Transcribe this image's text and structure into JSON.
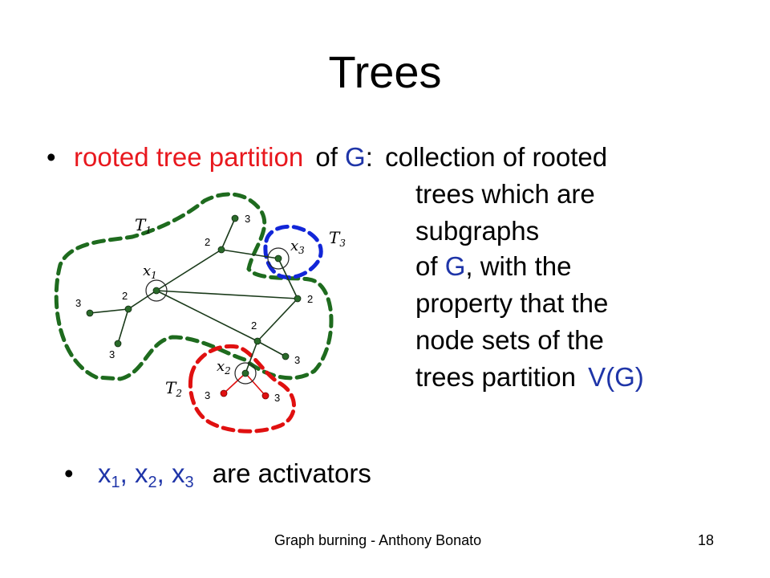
{
  "title": "Trees",
  "bullet1": {
    "term": "rooted tree partition",
    "of": "of",
    "g": "G",
    "colon": ":",
    "lines": [
      "collection of rooted",
      "trees which are",
      "subgraphs"
    ],
    "line4_pre": "of",
    "line4_g": "G",
    "line4_post": ", with the",
    "line5": "property that the",
    "line6": "node sets of the",
    "line7_pre": "trees partition",
    "line7_v": "V(G)"
  },
  "bullet2": {
    "x": "x",
    "subs": [
      "1",
      "2",
      "3"
    ],
    "suffix": "are activators"
  },
  "footer": {
    "left": "Graph burning - Anthony Bonato",
    "right": "18"
  },
  "diagram": {
    "tree_labels": [
      {
        "main": "T",
        "sub": "1"
      },
      {
        "main": "T",
        "sub": "2"
      },
      {
        "main": "T",
        "sub": "3"
      }
    ],
    "root_labels": [
      {
        "main": "x",
        "sub": "1"
      },
      {
        "main": "x",
        "sub": "2"
      },
      {
        "main": "x",
        "sub": "3"
      }
    ],
    "distance_labels": [
      "3",
      "2",
      "2",
      "3",
      "3",
      "2",
      "2",
      "3",
      "3",
      "3"
    ],
    "colors": {
      "t1": "#1e6b1e",
      "t2": "#e01010",
      "t3": "#1226d8",
      "node_green": "#2a6a2a",
      "node_red": "#e01010"
    }
  }
}
